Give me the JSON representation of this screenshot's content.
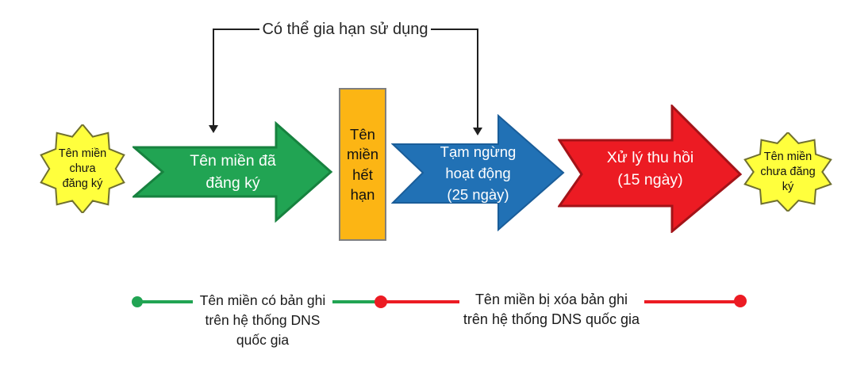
{
  "annotation": {
    "label": "Có thể gia hạn sử dụng"
  },
  "nodes": {
    "start_star": {
      "lines": [
        "Tên miền",
        "chưa",
        "đăng ký"
      ]
    },
    "registered_arrow": {
      "lines": [
        "Tên miền đã",
        "đăng ký"
      ]
    },
    "expired_box": {
      "lines": [
        "Tên",
        "miền",
        "hết",
        "hạn"
      ]
    },
    "suspended_arrow": {
      "lines": [
        "Tạm ngừng",
        "hoạt động",
        "(25 ngày)"
      ]
    },
    "revoke_arrow": {
      "lines": [
        "Xử lý thu hồi",
        "(15 ngày)"
      ]
    },
    "end_star": {
      "lines": [
        "Tên miền",
        "chưa đăng",
        "ký"
      ]
    }
  },
  "legend": {
    "dns_active": {
      "lines": [
        "Tên miền có bản ghi",
        "trên hệ thống DNS",
        "quốc gia"
      ]
    },
    "dns_deleted": {
      "lines": [
        "Tên miền bị xóa bản ghi",
        "trên hệ thống DNS quốc gia"
      ]
    }
  },
  "colors": {
    "green": "#21A453",
    "green_border": "#17823F",
    "blue": "#2171B5",
    "blue_border": "#1A5D99",
    "red": "#EC1B23",
    "red_border": "#A31318",
    "orange": "#FCB514",
    "orange_border": "#7F7F7F",
    "yellow": "#FFFF3D",
    "yellow_border": "#70702F",
    "line": "#1F1F1F"
  }
}
